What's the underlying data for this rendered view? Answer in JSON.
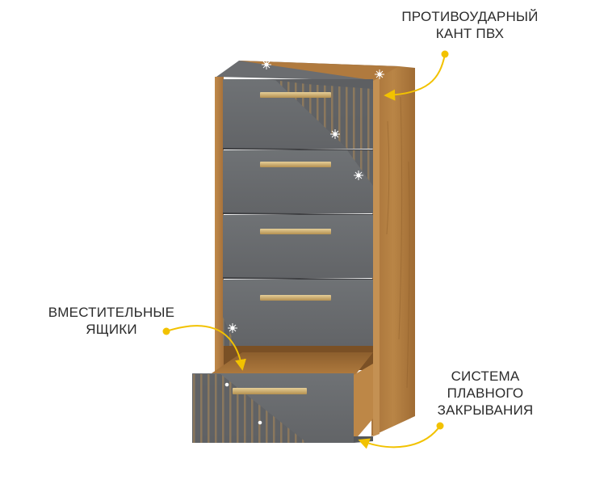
{
  "callouts": {
    "pvc_edge": {
      "lines": [
        "ПРОТИВОУДАРНЫЙ",
        "КАНТ ПВХ"
      ]
    },
    "drawers": {
      "lines": [
        "ВМЕСТИТЕЛЬНЫЕ",
        "ЯЩИКИ"
      ]
    },
    "soft_close": {
      "lines": [
        "СИСТЕМА",
        "ПЛАВНОГО",
        "ЗАКРЫВАНИЯ"
      ]
    }
  },
  "product": {
    "type": "chest-of-drawers",
    "drawer_count": 5,
    "open_drawer_index": 5
  },
  "colors": {
    "background": "#ffffff",
    "text": "#2b2b2b",
    "accent_yellow": "#f2c200",
    "oak": "#b07a3e",
    "oak_dark": "#8f5f2c",
    "facade_gray": "#6b6d70",
    "handle_gold": "#c9a865"
  }
}
